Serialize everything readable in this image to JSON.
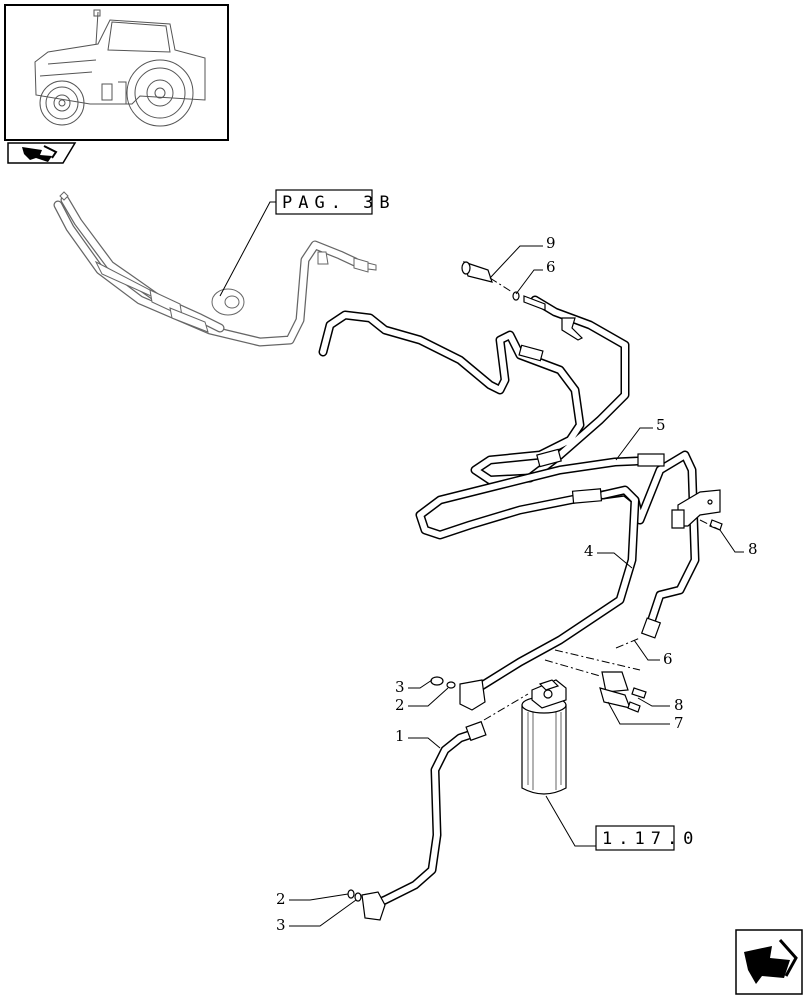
{
  "callouts": {
    "item_1": "1",
    "item_2_top": "2",
    "item_2_bottom": "2",
    "item_3_top": "3",
    "item_3_bottom": "3",
    "item_4": "4",
    "item_5": "5",
    "item_6_top": "6",
    "item_6_bottom": "6",
    "item_7": "7",
    "item_8_top": "8",
    "item_8_bottom": "8",
    "item_9": "9"
  },
  "references": {
    "page_ref": "PAG. 3B",
    "section_ref": "1.17.0"
  },
  "icons": {
    "thumbnail": "tractor-thumbnail-icon",
    "prev": "back-arrow-icon",
    "next": "next-page-arrow-icon"
  }
}
